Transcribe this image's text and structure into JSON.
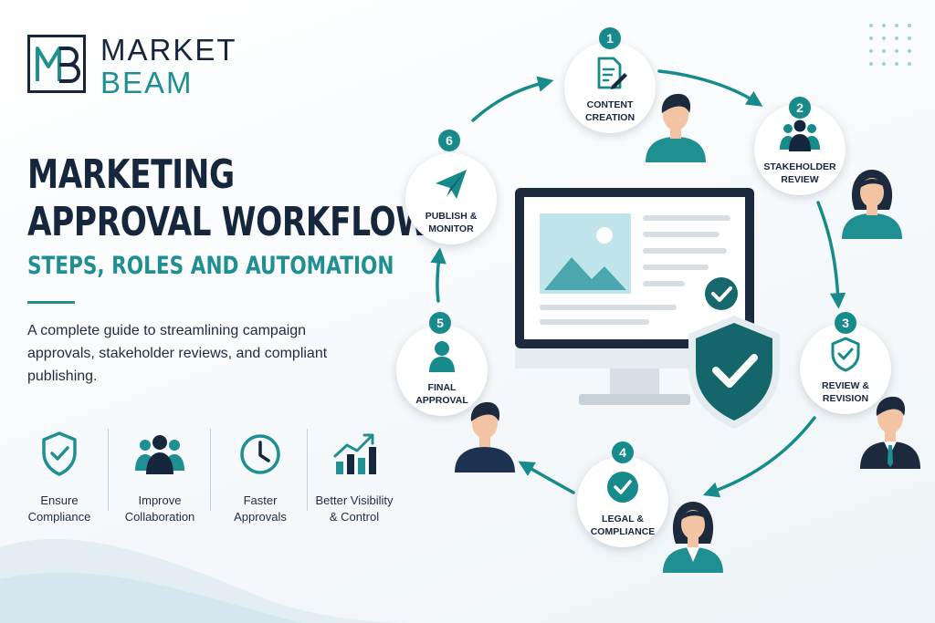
{
  "brand": {
    "line1": "MARKET",
    "line2": "BEAM"
  },
  "headline": {
    "line1": "MARKETING",
    "line2": "APPROVAL WORKFLOW:",
    "subtitle": "STEPS, ROLES AND AUTOMATION"
  },
  "description": "A complete guide to streamlining campaign approvals, stakeholder reviews, and compliant publishing.",
  "benefits": [
    {
      "line1": "Ensure",
      "line2": "Compliance",
      "icon": "shield-check-icon"
    },
    {
      "line1": "Improve",
      "line2": "Collaboration",
      "icon": "team-icon"
    },
    {
      "line1": "Faster",
      "line2": "Approvals",
      "icon": "clock-icon"
    },
    {
      "line1": "Better Visibility",
      "line2": "& Control",
      "icon": "bar-chart-icon"
    }
  ],
  "steps": [
    {
      "number": "1",
      "line1": "CONTENT",
      "line2": "CREATION",
      "icon": "document-edit-icon"
    },
    {
      "number": "2",
      "line1": "STAKEHOLDER",
      "line2": "REVIEW",
      "icon": "team-icon"
    },
    {
      "number": "3",
      "line1": "REVIEW &",
      "line2": "REVISION",
      "icon": "shield-check-icon"
    },
    {
      "number": "4",
      "line1": "LEGAL &",
      "line2": "COMPLIANCE",
      "icon": "check-circle-icon"
    },
    {
      "number": "5",
      "line1": "FINAL",
      "line2": "APPROVAL",
      "icon": "person-icon"
    },
    {
      "number": "6",
      "line1": "PUBLISH &",
      "line2": "MONITOR",
      "icon": "paper-plane-icon"
    }
  ],
  "colors": {
    "navy": "#16263c",
    "teal": "#1f8f91",
    "dark_teal": "#14666a",
    "skin": "#f2c4a4"
  }
}
